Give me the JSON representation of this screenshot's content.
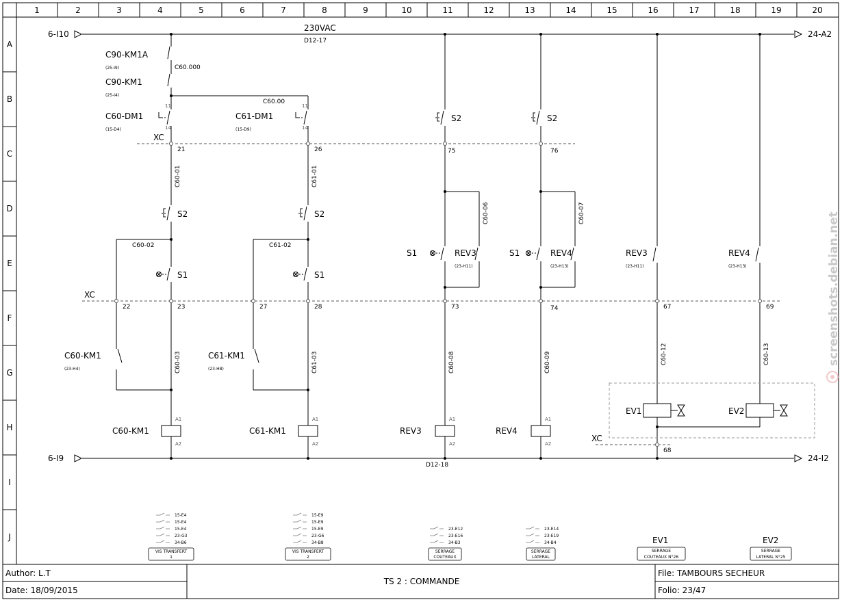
{
  "grid": {
    "columns": [
      "1",
      "2",
      "3",
      "4",
      "5",
      "6",
      "7",
      "8",
      "9",
      "10",
      "11",
      "12",
      "13",
      "14",
      "15",
      "16",
      "17",
      "18",
      "19",
      "20"
    ],
    "rows": [
      "A",
      "B",
      "C",
      "D",
      "E",
      "F",
      "G",
      "H",
      "I",
      "J"
    ]
  },
  "rails": {
    "top_left": "6-I10",
    "top_right": "24-A2",
    "top_voltage": "230VAC",
    "top_ref": "D12-17",
    "bottom_left": "6-I9",
    "bottom_right": "24-I2",
    "bottom_ref": "D12-18"
  },
  "devices": {
    "c90_km1a": {
      "name": "C90-KM1A",
      "ref": "(25-I9)"
    },
    "c90_km1": {
      "name": "C90-KM1",
      "ref": "(25-I4)"
    },
    "c60_dm1": {
      "name": "C60-DM1",
      "ref": "(15-D4)"
    },
    "c61_dm1": {
      "name": "C61-DM1",
      "ref": "(15-D9)"
    },
    "c60_km1_contact": {
      "name": "C60-KM1",
      "ref": "(23-H4)"
    },
    "c61_km1_contact": {
      "name": "C61-KM1",
      "ref": "(23-H8)"
    },
    "rev3_contact": {
      "name": "REV3",
      "ref": "(23-H11)"
    },
    "rev4_contact": {
      "name": "REV4",
      "ref": "(23-H13)"
    },
    "rev3_contact2": {
      "name": "REV3",
      "ref": "(23-H11)"
    },
    "rev4_contact2": {
      "name": "REV4",
      "ref": "(23-H13)"
    }
  },
  "labels": {
    "s1": "S1",
    "s2": "S2",
    "xc": "XC",
    "pin11": "11",
    "pin14": "14",
    "a1": "A1",
    "a2": "A2",
    "coil_c60": "C60-KM1",
    "coil_c61": "C61-KM1",
    "coil_rev3": "REV3",
    "coil_rev4": "REV4",
    "ev1": "EV1",
    "ev2": "EV2"
  },
  "wires": {
    "c60_000": "C60.000",
    "c60_00": "C60.00",
    "c60_01": "C60-01",
    "c61_01": "C61-01",
    "c60_02": "C60-02",
    "c61_02": "C61-02",
    "c60_03": "C60-03",
    "c61_03": "C61-03",
    "c60_06": "C60-06",
    "c60_07": "C60-07",
    "c60_08": "C60-08",
    "c60_09": "C60-09",
    "c60_12": "C60-12",
    "c60_13": "C60-13"
  },
  "terminals": {
    "t21": "21",
    "t26": "26",
    "t75": "75",
    "t76": "76",
    "t22": "22",
    "t23": "23",
    "t27": "27",
    "t28": "28",
    "t73": "73",
    "t74": "74",
    "t67": "67",
    "t69": "69",
    "t68": "68"
  },
  "contact_refs": {
    "col4": [
      "15-E4",
      "15-E4",
      "15-E4",
      "23-G3",
      "34-B6"
    ],
    "col8": [
      "15-E9",
      "15-E9",
      "15-E9",
      "23-G6",
      "34-B8"
    ],
    "col11": [
      "23-E12",
      "23-E16",
      "34-B3"
    ],
    "col13": [
      "23-E14",
      "23-E19",
      "34-B4"
    ]
  },
  "boxes": {
    "vis1": [
      "VIS TRANSFERT",
      "1"
    ],
    "vis2": [
      "VIS TRANSFERT",
      "2"
    ],
    "serrage_couteaux": [
      "SERRAGE",
      "COUTEAUX"
    ],
    "serrage_lateral": [
      "SERRAGE",
      "LATERAL"
    ],
    "ev1_title": "EV1",
    "ev1_box": [
      "SERRAGE",
      "COUTEAUX N°26"
    ],
    "ev2_title": "EV2",
    "ev2_box": [
      "SERRAGE",
      "LATERAL N°25"
    ]
  },
  "title_block": {
    "author": "Author: L.T",
    "date": "Date: 18/09/2015",
    "title": "TS 2 : COMMANDE",
    "file": "File: TAMBOURS SECHEUR",
    "folio": "Folio: 23/47"
  },
  "watermark": "screenshots.debian.net"
}
